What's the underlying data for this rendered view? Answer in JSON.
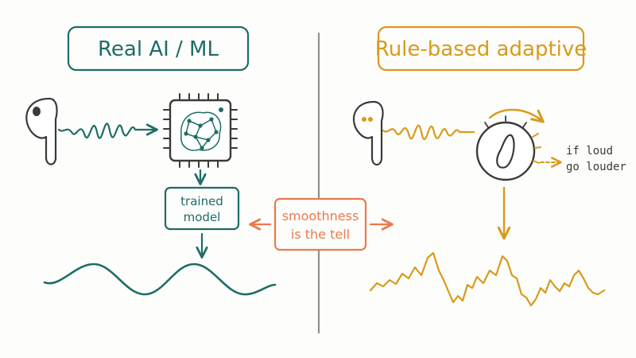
{
  "colors": {
    "teal": "#1e6d67",
    "amber": "#d99a1b",
    "coral": "#ea7a4e",
    "divider": "#8f8f8f",
    "ink": "#3a3a3a",
    "background": "#fdfdfb"
  },
  "icons": [
    "earbud-icon",
    "chip-icon",
    "neural-network-icon",
    "dial-knob-icon"
  ],
  "left_panel": {
    "title": "Real AI / ML",
    "model_box_line1": "trained",
    "model_box_line2": "model"
  },
  "right_panel": {
    "title": "Rule-based adaptive",
    "note_line1": "if loud",
    "note_line2": "go louder"
  },
  "center": {
    "line1": "smoothness",
    "line2": "is the tell"
  }
}
